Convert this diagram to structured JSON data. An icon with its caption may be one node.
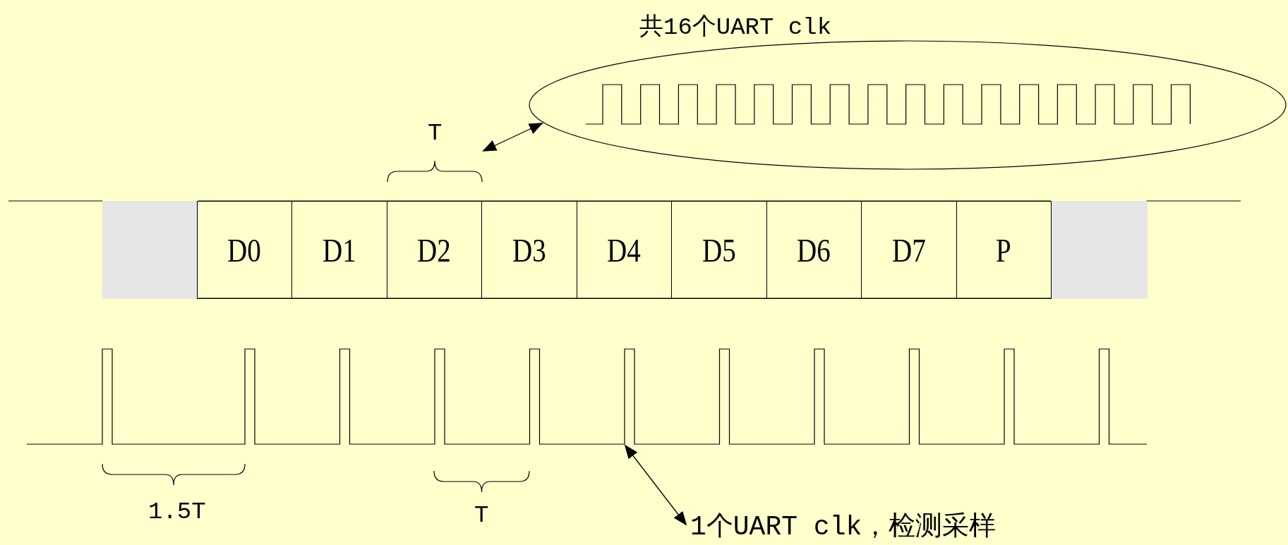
{
  "diagram": {
    "nodes": [
      {
        "text": [
          "共16个UART clk"
        ]
      },
      {
        "text": [
          "T"
        ]
      },
      {
        "text": [],
        "shape": "box"
      },
      {
        "text": [
          "D0"
        ]
      },
      {
        "text": [
          "D1"
        ]
      },
      {
        "text": [
          "D2"
        ]
      },
      {
        "text": [
          "D3"
        ]
      },
      {
        "text": [
          "D4"
        ]
      },
      {
        "text": [
          "D5"
        ]
      },
      {
        "text": [
          "D6"
        ]
      },
      {
        "text": [
          "D7"
        ]
      },
      {
        "text": [
          "P"
        ]
      },
      {
        "text": [],
        "shape": "box"
      },
      {
        "text": [],
        "shape": "picture"
      },
      {
        "text": [
          "1个UART clk，检测采样"
        ]
      }
    ],
    "edges": [
      {
        "from": 0,
        "to": 1,
        "arrow": "both"
      },
      {
        "from": 13,
        "to": 14,
        "arrow": "both"
      }
    ],
    "labels": [
      "1.5T",
      "T"
    ]
  }
}
